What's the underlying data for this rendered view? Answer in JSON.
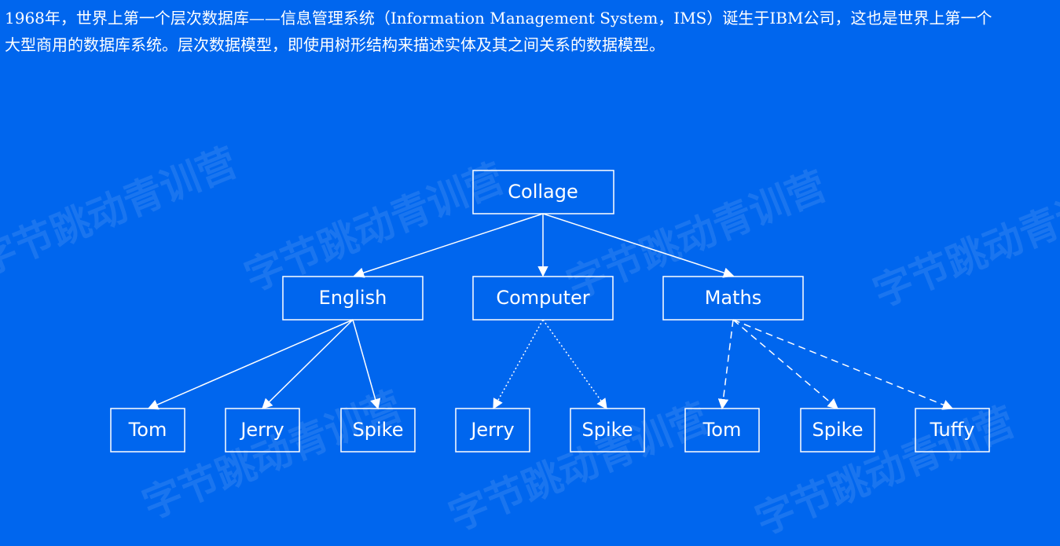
{
  "intro": {
    "line1": "1968年，世界上第一个层次数据库——信息管理系统（Information Management System，IMS）诞生于IBM公司，这也是世界上第一个",
    "line2": "大型商用的数据库系统。层次数据模型，即使用树形结构来描述实体及其之间关系的数据模型。"
  },
  "watermark_text": "字节跳动青训营",
  "tree": {
    "root": "Collage",
    "level1": [
      "English",
      "Computer",
      "Maths"
    ],
    "level2": [
      "Tom",
      "Jerry",
      "Spike",
      "Jerry",
      "Spike",
      "Tom",
      "Spike",
      "Tuffy"
    ]
  },
  "colors": {
    "background": "#0066ee",
    "foreground": "#ffffff"
  }
}
